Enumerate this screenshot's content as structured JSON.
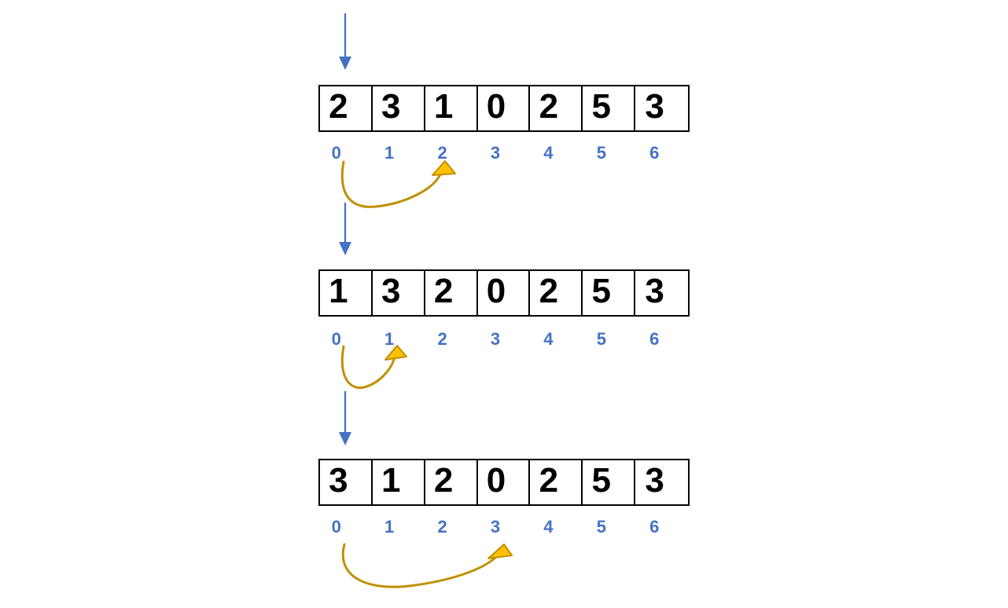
{
  "figure": {
    "description": "Three-step array swap visualization (cycle-sort style): the value under the blue pointer is moved to its target index via a gold curved arrow.",
    "colors": {
      "pointer_blue": "#4472C4",
      "index_blue": "#4472C4",
      "swap_gold": "#BF9000",
      "arrowhead_fill": "#FFC000",
      "cell_border": "#000000",
      "value_text": "#000000",
      "background": "#FFFFFF"
    },
    "steps": [
      {
        "label": "step-1",
        "values": [
          "2",
          "3",
          "1",
          "0",
          "2",
          "5",
          "3"
        ],
        "indices": [
          "0",
          "1",
          "2",
          "3",
          "4",
          "5",
          "6"
        ],
        "pointer_at_index": "0",
        "swap_from_index": "0",
        "swap_to_index": "2"
      },
      {
        "label": "step-2",
        "values": [
          "1",
          "3",
          "2",
          "0",
          "2",
          "5",
          "3"
        ],
        "indices": [
          "0",
          "1",
          "2",
          "3",
          "4",
          "5",
          "6"
        ],
        "pointer_at_index": "0",
        "swap_from_index": "0",
        "swap_to_index": "1"
      },
      {
        "label": "step-3",
        "values": [
          "3",
          "1",
          "2",
          "0",
          "2",
          "5",
          "3"
        ],
        "indices": [
          "0",
          "1",
          "2",
          "3",
          "4",
          "5",
          "6"
        ],
        "pointer_at_index": "0",
        "swap_from_index": "0",
        "swap_to_index": "3"
      }
    ]
  }
}
